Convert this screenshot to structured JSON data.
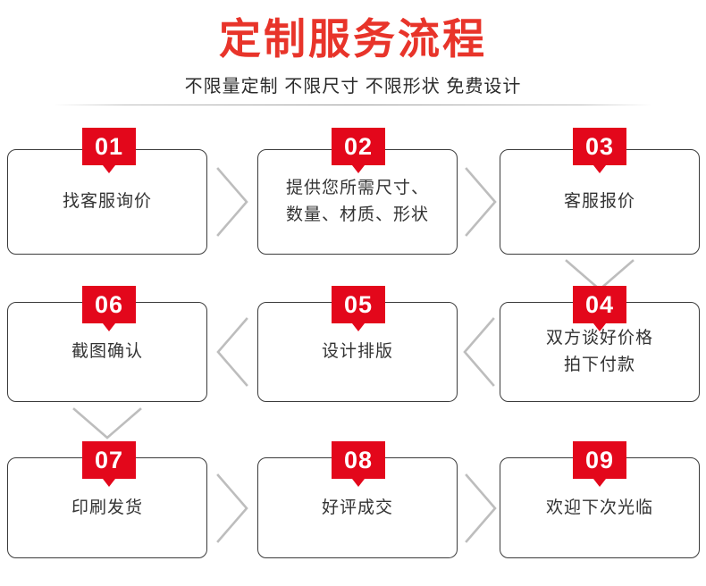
{
  "header": {
    "title": "定制服务流程",
    "subtitle": "不限量定制  不限尺寸  不限形状  免费设计",
    "title_color": "#e8342a",
    "divider": "gradient-divider"
  },
  "theme": {
    "badge_color": "#e3071b",
    "badge_text_color": "#ffffff",
    "box_border_color": "#3b3b3b",
    "box_text_color": "#333333",
    "connector_color": "#bdbdbd",
    "background": "#ffffff"
  },
  "flow": {
    "steps": [
      {
        "number": "01",
        "label": "找客服询价",
        "row": 1,
        "col": 1
      },
      {
        "number": "02",
        "label": "提供您所需尺寸、\n数量、材质、形状",
        "row": 1,
        "col": 2
      },
      {
        "number": "03",
        "label": "客服报价",
        "row": 1,
        "col": 3
      },
      {
        "number": "04",
        "label": "双方谈好价格\n拍下付款",
        "row": 2,
        "col": 3
      },
      {
        "number": "05",
        "label": "设计排版",
        "row": 2,
        "col": 2
      },
      {
        "number": "06",
        "label": "截图确认",
        "row": 2,
        "col": 1
      },
      {
        "number": "07",
        "label": "印刷发货",
        "row": 3,
        "col": 1
      },
      {
        "number": "08",
        "label": "好评成交",
        "row": 3,
        "col": 2
      },
      {
        "number": "09",
        "label": "欢迎下次光临",
        "row": 3,
        "col": 3
      }
    ],
    "connectors": [
      {
        "name": "connector-01-to-02",
        "direction": "right"
      },
      {
        "name": "connector-02-to-03",
        "direction": "right"
      },
      {
        "name": "connector-03-to-04",
        "direction": "down"
      },
      {
        "name": "connector-04-to-05",
        "direction": "left"
      },
      {
        "name": "connector-05-to-06",
        "direction": "left"
      },
      {
        "name": "connector-06-to-07",
        "direction": "down"
      },
      {
        "name": "connector-07-to-08",
        "direction": "right"
      },
      {
        "name": "connector-08-to-09",
        "direction": "right"
      }
    ]
  }
}
